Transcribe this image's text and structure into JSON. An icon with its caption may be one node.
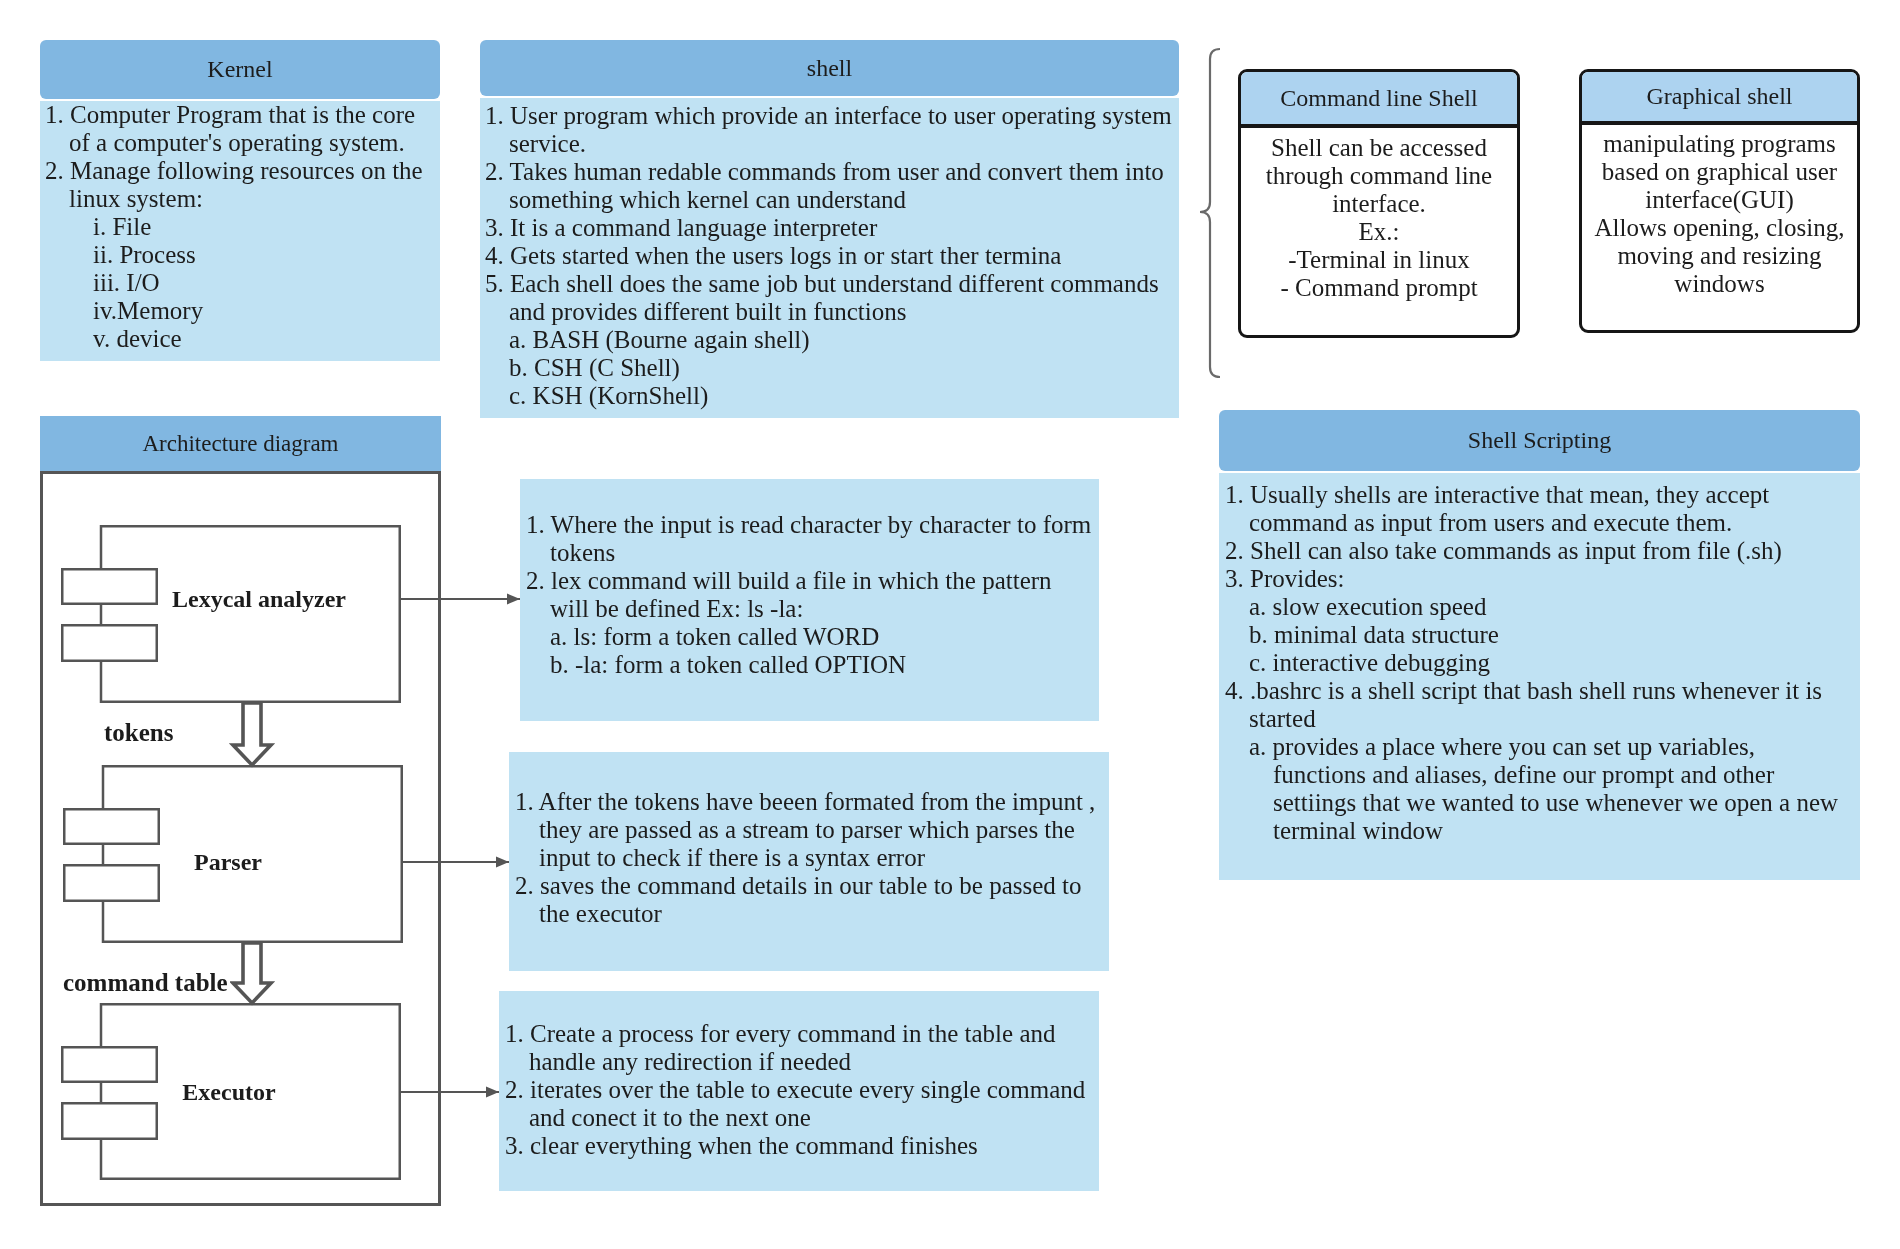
{
  "diagram": {
    "nodes": [
      {
        "text": [
          "Kernel",
          "1. Computer Program that is the core of a computer's operating system.",
          "2. Manage following resources on the linux system:",
          "i. File",
          "ii. Process",
          "iii. I/O",
          "iv.Memory",
          "v. device"
        ]
      },
      {
        "text": [
          "shell",
          "1. User program which provide an interface to user operating system service.",
          "2. Takes human redable commands from user and convert them into something which kernel can understand",
          "3. It is a command language interpreter",
          "4. Gets started when the users logs in or start ther termina",
          "5. Each shell does the same job but understand different commands and provides different built in functions",
          "a. BASH (Bourne again shell)",
          "b. CSH (C Shell)",
          "c. KSH (KornShell)"
        ]
      },
      {
        "text": [
          "Command line Shell",
          "Shell can be accessed through command line interface.",
          "Ex.:",
          "-Terminal in linux",
          "- Command prompt"
        ]
      },
      {
        "text": [
          "Graphical shell",
          "manipulating programs based on graphical user interface(GUI)",
          "Allows opening, closing, moving and resizing windows"
        ]
      },
      {
        "text": [
          "Architecture diagram"
        ]
      },
      {
        "text": [
          "Lexycal analyzer"
        ],
        "in": 4
      },
      {
        "text": [
          "Parser"
        ],
        "in": 4
      },
      {
        "text": [
          "Executor"
        ],
        "in": 4
      },
      {
        "text": [
          "1. Where the input is read character by character to form tokens",
          "2. lex command will build a file in which the pattern will be defined Ex: ls -la:",
          "a. ls: form a token called WORD",
          "b. -la: form a token called OPTION"
        ]
      },
      {
        "text": [
          "1. After the tokens have beeen formated from the impunt , they are passed as a stream to parser which parses the input to check if there is a syntax error",
          "2. saves the command details in our table to be passed to the executor"
        ]
      },
      {
        "text": [
          "1. Create a process for every command in the table and handle any redirection if needed",
          "2. iterates over the table to execute every single command and conect it to the next one",
          "3. clear everything when the command finishes"
        ]
      },
      {
        "text": [
          "Shell Scripting",
          "1. Usually shells are interactive that mean, they accept command as input from users and execute them.",
          "2. Shell can also take commands as input from file (.sh)",
          "3. Provides:",
          "a. slow execution speed",
          "b. minimal data structure",
          "c. interactive debugging",
          "4. .bashrc is a shell script that bash shell runs whenever it is started",
          "a. provides a place where you can set up variables, functions and aliases, define our prompt and other settiings that we wanted to use whenever we open a new terminal window"
        ]
      }
    ],
    "edges": [
      {
        "from": 5,
        "to": 6,
        "arrow": "to",
        "label": "tokens",
        "style": "thick"
      },
      {
        "from": 6,
        "to": 7,
        "arrow": "to",
        "label": "command table",
        "style": "thick"
      },
      {
        "from": 5,
        "to": 8,
        "arrow": "to"
      },
      {
        "from": 6,
        "to": 9,
        "arrow": "to"
      },
      {
        "from": 7,
        "to": 10,
        "arrow": "to"
      }
    ]
  }
}
